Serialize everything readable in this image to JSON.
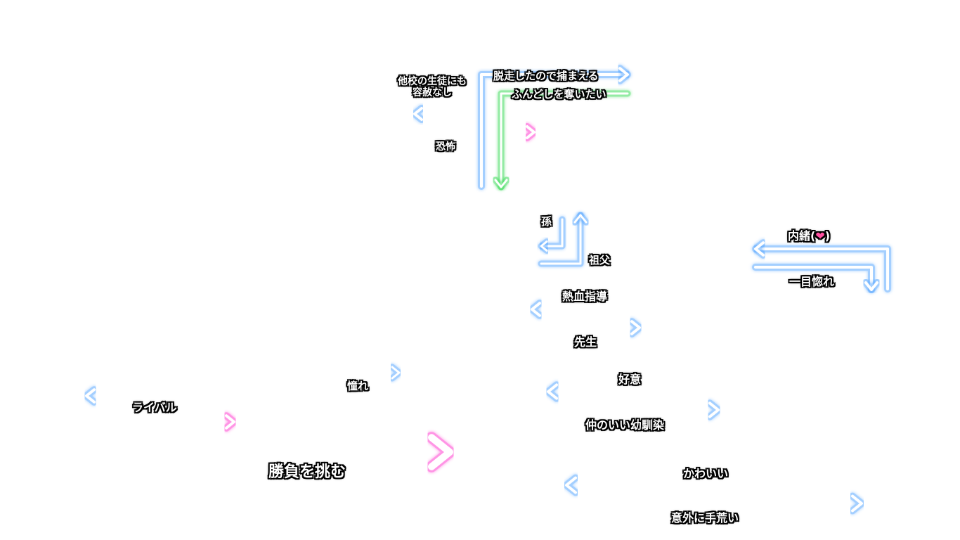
{
  "colors": {
    "blue": "#5aa8ff",
    "pink": "#ff3fd0",
    "green": "#3ddc5a",
    "heart": "#ff4fa0"
  },
  "labels": {
    "other_students": "他校の生徒にも",
    "no_mercy": "容赦なし",
    "caught_escape": "脱走したので捕まえる",
    "want_fundoshi": "ふんどしを奪いたい",
    "fear": "恐怖",
    "grandson": "孫",
    "grandfather": "祖父",
    "secret_love": "内緒(",
    "secret_love_close": ")",
    "heart_icon": "heart-icon",
    "love_at_first_sight": "一目惚れ",
    "passionate_guidance": "熱血指導",
    "teacher": "先生",
    "admiration": "憧れ",
    "goodwill": "好意",
    "rival": "ライバル",
    "close_childhood_friend": "仲のいい幼馴染",
    "challenge": "勝負を挑む",
    "cute": "かわいい",
    "surprisingly_rough": "意外に手荒い"
  }
}
